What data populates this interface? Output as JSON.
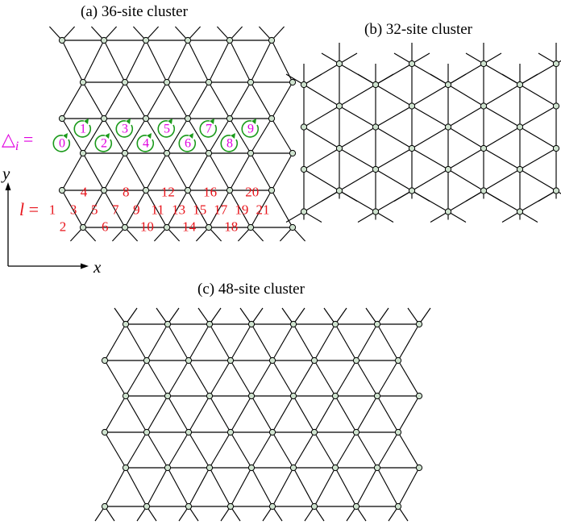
{
  "panels": {
    "a": {
      "title": "(a) 36-site cluster"
    },
    "b": {
      "title": "(b) 32-site cluster"
    },
    "c": {
      "title": "(c) 48-site cluster"
    }
  },
  "axes": {
    "x": "x",
    "y": "y"
  },
  "triangle_label": "△",
  "triangle_label_sub": "i",
  "triangle_label_eq": " =",
  "bond_label": "l",
  "bond_label_eq": " =",
  "triangle_numbers": [
    "0",
    "1",
    "2",
    "3",
    "4",
    "5",
    "6",
    "7",
    "8",
    "9"
  ],
  "bond_numbers_top": [
    "4",
    "8",
    "12",
    "16",
    "20"
  ],
  "bond_numbers_mid": [
    "1",
    "3",
    "5",
    "7",
    "9",
    "11",
    "13",
    "15",
    "17",
    "19",
    "21"
  ],
  "bond_numbers_bottom": [
    "2",
    "6",
    "10",
    "14",
    "18"
  ],
  "colors": {
    "site_fill": "#cfe3cf",
    "triangle_index": "#e000e0",
    "chirality_arrow": "#1a9a1a",
    "bond_index": "#e8141b"
  }
}
